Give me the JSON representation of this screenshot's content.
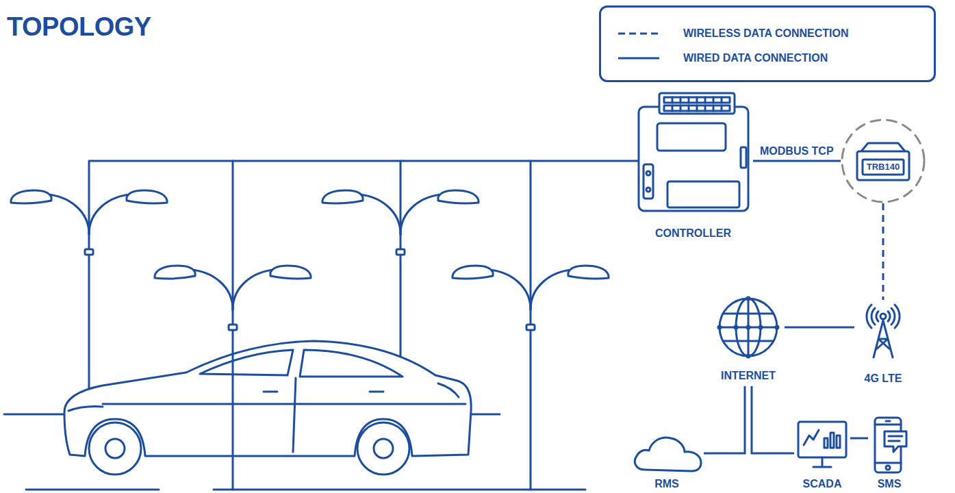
{
  "diagram": {
    "title": "TOPOLOGY",
    "nodes": [
      {
        "text": [
          "CONTROLLER"
        ]
      },
      {
        "text": [
          "TRB140"
        ]
      },
      {
        "text": [
          "INTERNET"
        ]
      },
      {
        "text": [
          "4G LTE"
        ]
      },
      {
        "text": [
          "RMS"
        ]
      },
      {
        "text": [
          "SCADA"
        ]
      },
      {
        "text": [
          "SMS"
        ]
      }
    ],
    "edges": [
      {
        "from": 0,
        "to": 1,
        "label": "MODBUS TCP",
        "arrow": "none"
      },
      {
        "from": 1,
        "to": 3,
        "arrow": "none"
      },
      {
        "from": 3,
        "to": 2,
        "arrow": "none"
      },
      {
        "from": 2,
        "to": 4,
        "arrow": "none"
      },
      {
        "from": 2,
        "to": 5,
        "arrow": "none"
      },
      {
        "from": 5,
        "to": 6,
        "arrow": "none"
      }
    ],
    "legend": [
      {
        "text": "WIRELESS DATA CONNECTION"
      },
      {
        "text": "WIRED DATA CONNECTION"
      }
    ]
  }
}
